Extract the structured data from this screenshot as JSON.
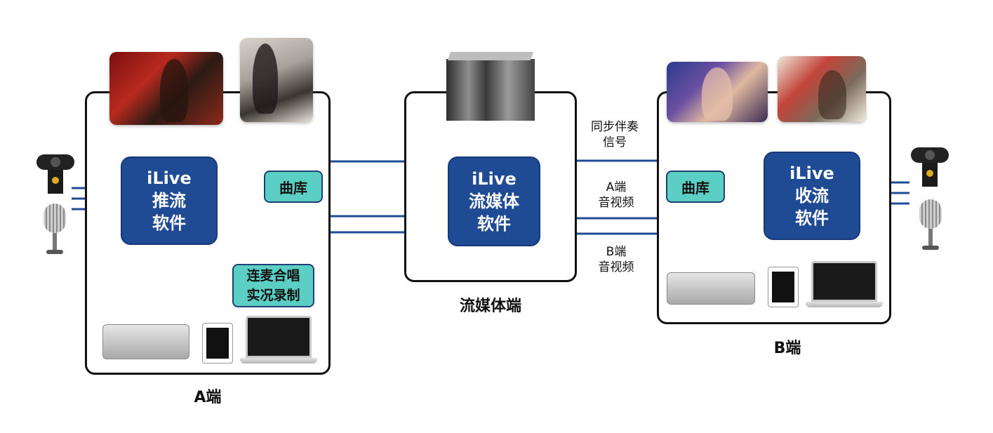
{
  "colors": {
    "accent": "#1f4b95",
    "teal": "#5ccfc4",
    "arrow": "#1f4b95"
  },
  "nodes": {
    "a_core": [
      "iLive",
      "推流",
      "软件"
    ],
    "a_library": "曲库",
    "a_record": [
      "连麦合唱",
      "实况录制"
    ],
    "media_core": [
      "iLive",
      "流媒体",
      "软件"
    ],
    "b_core": [
      "iLive",
      "收流",
      "软件"
    ],
    "b_library": "曲库"
  },
  "captions": {
    "a": "A端",
    "media": "流媒体端",
    "b": "B端"
  },
  "notes": {
    "sync": [
      "同步伴奏",
      "信号"
    ],
    "a_av": [
      "A端",
      "音视频"
    ],
    "b_av": [
      "B端",
      "音视频"
    ]
  },
  "icons": {
    "webcam": "webcam-icon",
    "microphone": "microphone-icon",
    "server": "server-rack-icon",
    "encoder": "encoder-box-icon",
    "tablet": "tablet-icon",
    "laptop": "laptop-icon"
  }
}
